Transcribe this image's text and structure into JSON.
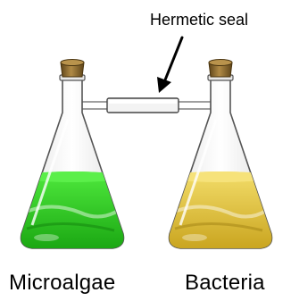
{
  "labels": {
    "seal": "Hermetic seal",
    "left_flask": "Microalgae",
    "right_flask": "Bacteria"
  },
  "colors": {
    "microalgae_liquid": "#2fd11f",
    "bacteria_liquid": "#e6c83a",
    "cork": "#8a6a2e",
    "glass_outline": "#555555",
    "tube": "#cfcfcf"
  }
}
